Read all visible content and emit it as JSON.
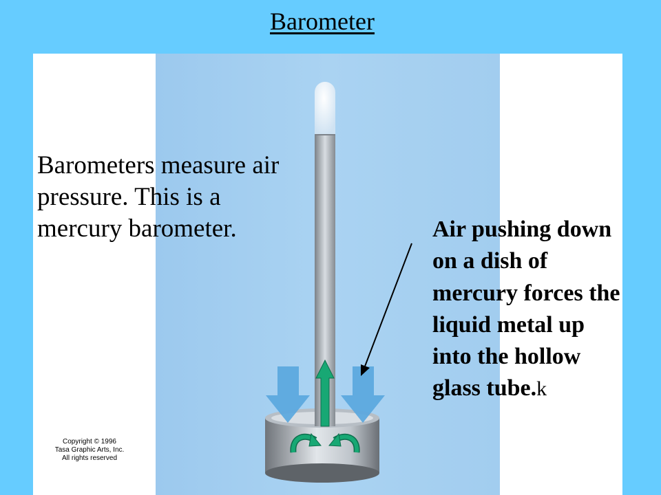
{
  "title": "Barometer",
  "intro": "Barometers measure air pressure. This is a mercury barometer.",
  "explanation": {
    "text": "Air pushing down on a dish of mercury forces the liquid metal up into the hollow glass tube.",
    "tail": "k"
  },
  "copyright": [
    "Copyright © 1996",
    "Tasa Graphic Arts, Inc.",
    "All rights reserved"
  ],
  "colors": {
    "slide_background": "#66ccff",
    "panel": "#ffffff",
    "illustration_background": "#a6d0f0",
    "air_arrows": "#5aa7de",
    "mercury_arrows": "#18a874"
  }
}
